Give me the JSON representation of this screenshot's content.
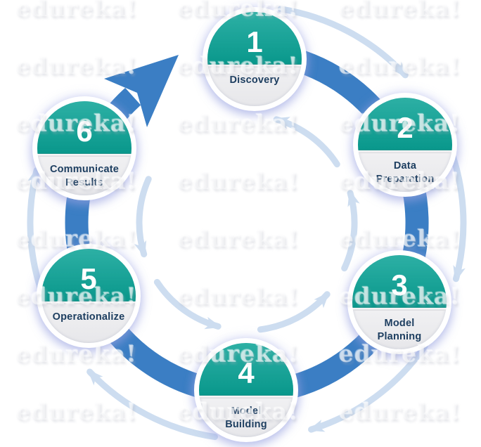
{
  "watermark": {
    "text": "edureka!"
  },
  "diagram": {
    "stages": [
      {
        "number": "1",
        "label": "Discovery"
      },
      {
        "number": "2",
        "label": "Data\nPreparation"
      },
      {
        "number": "3",
        "label": "Model\nPlanning"
      },
      {
        "number": "4",
        "label": "Model\nBuilding"
      },
      {
        "number": "5",
        "label": "Operationalize"
      },
      {
        "number": "6",
        "label": "Communicate\nResults"
      }
    ],
    "colors": {
      "stage_header_teal": "#0aa396",
      "stage_label_navy": "#1d3e60",
      "stage_number_white": "#ffffff",
      "cycle_arrow_blue": "#3b7ec4",
      "iteration_arrow_light_blue": "#cdddf0"
    }
  }
}
